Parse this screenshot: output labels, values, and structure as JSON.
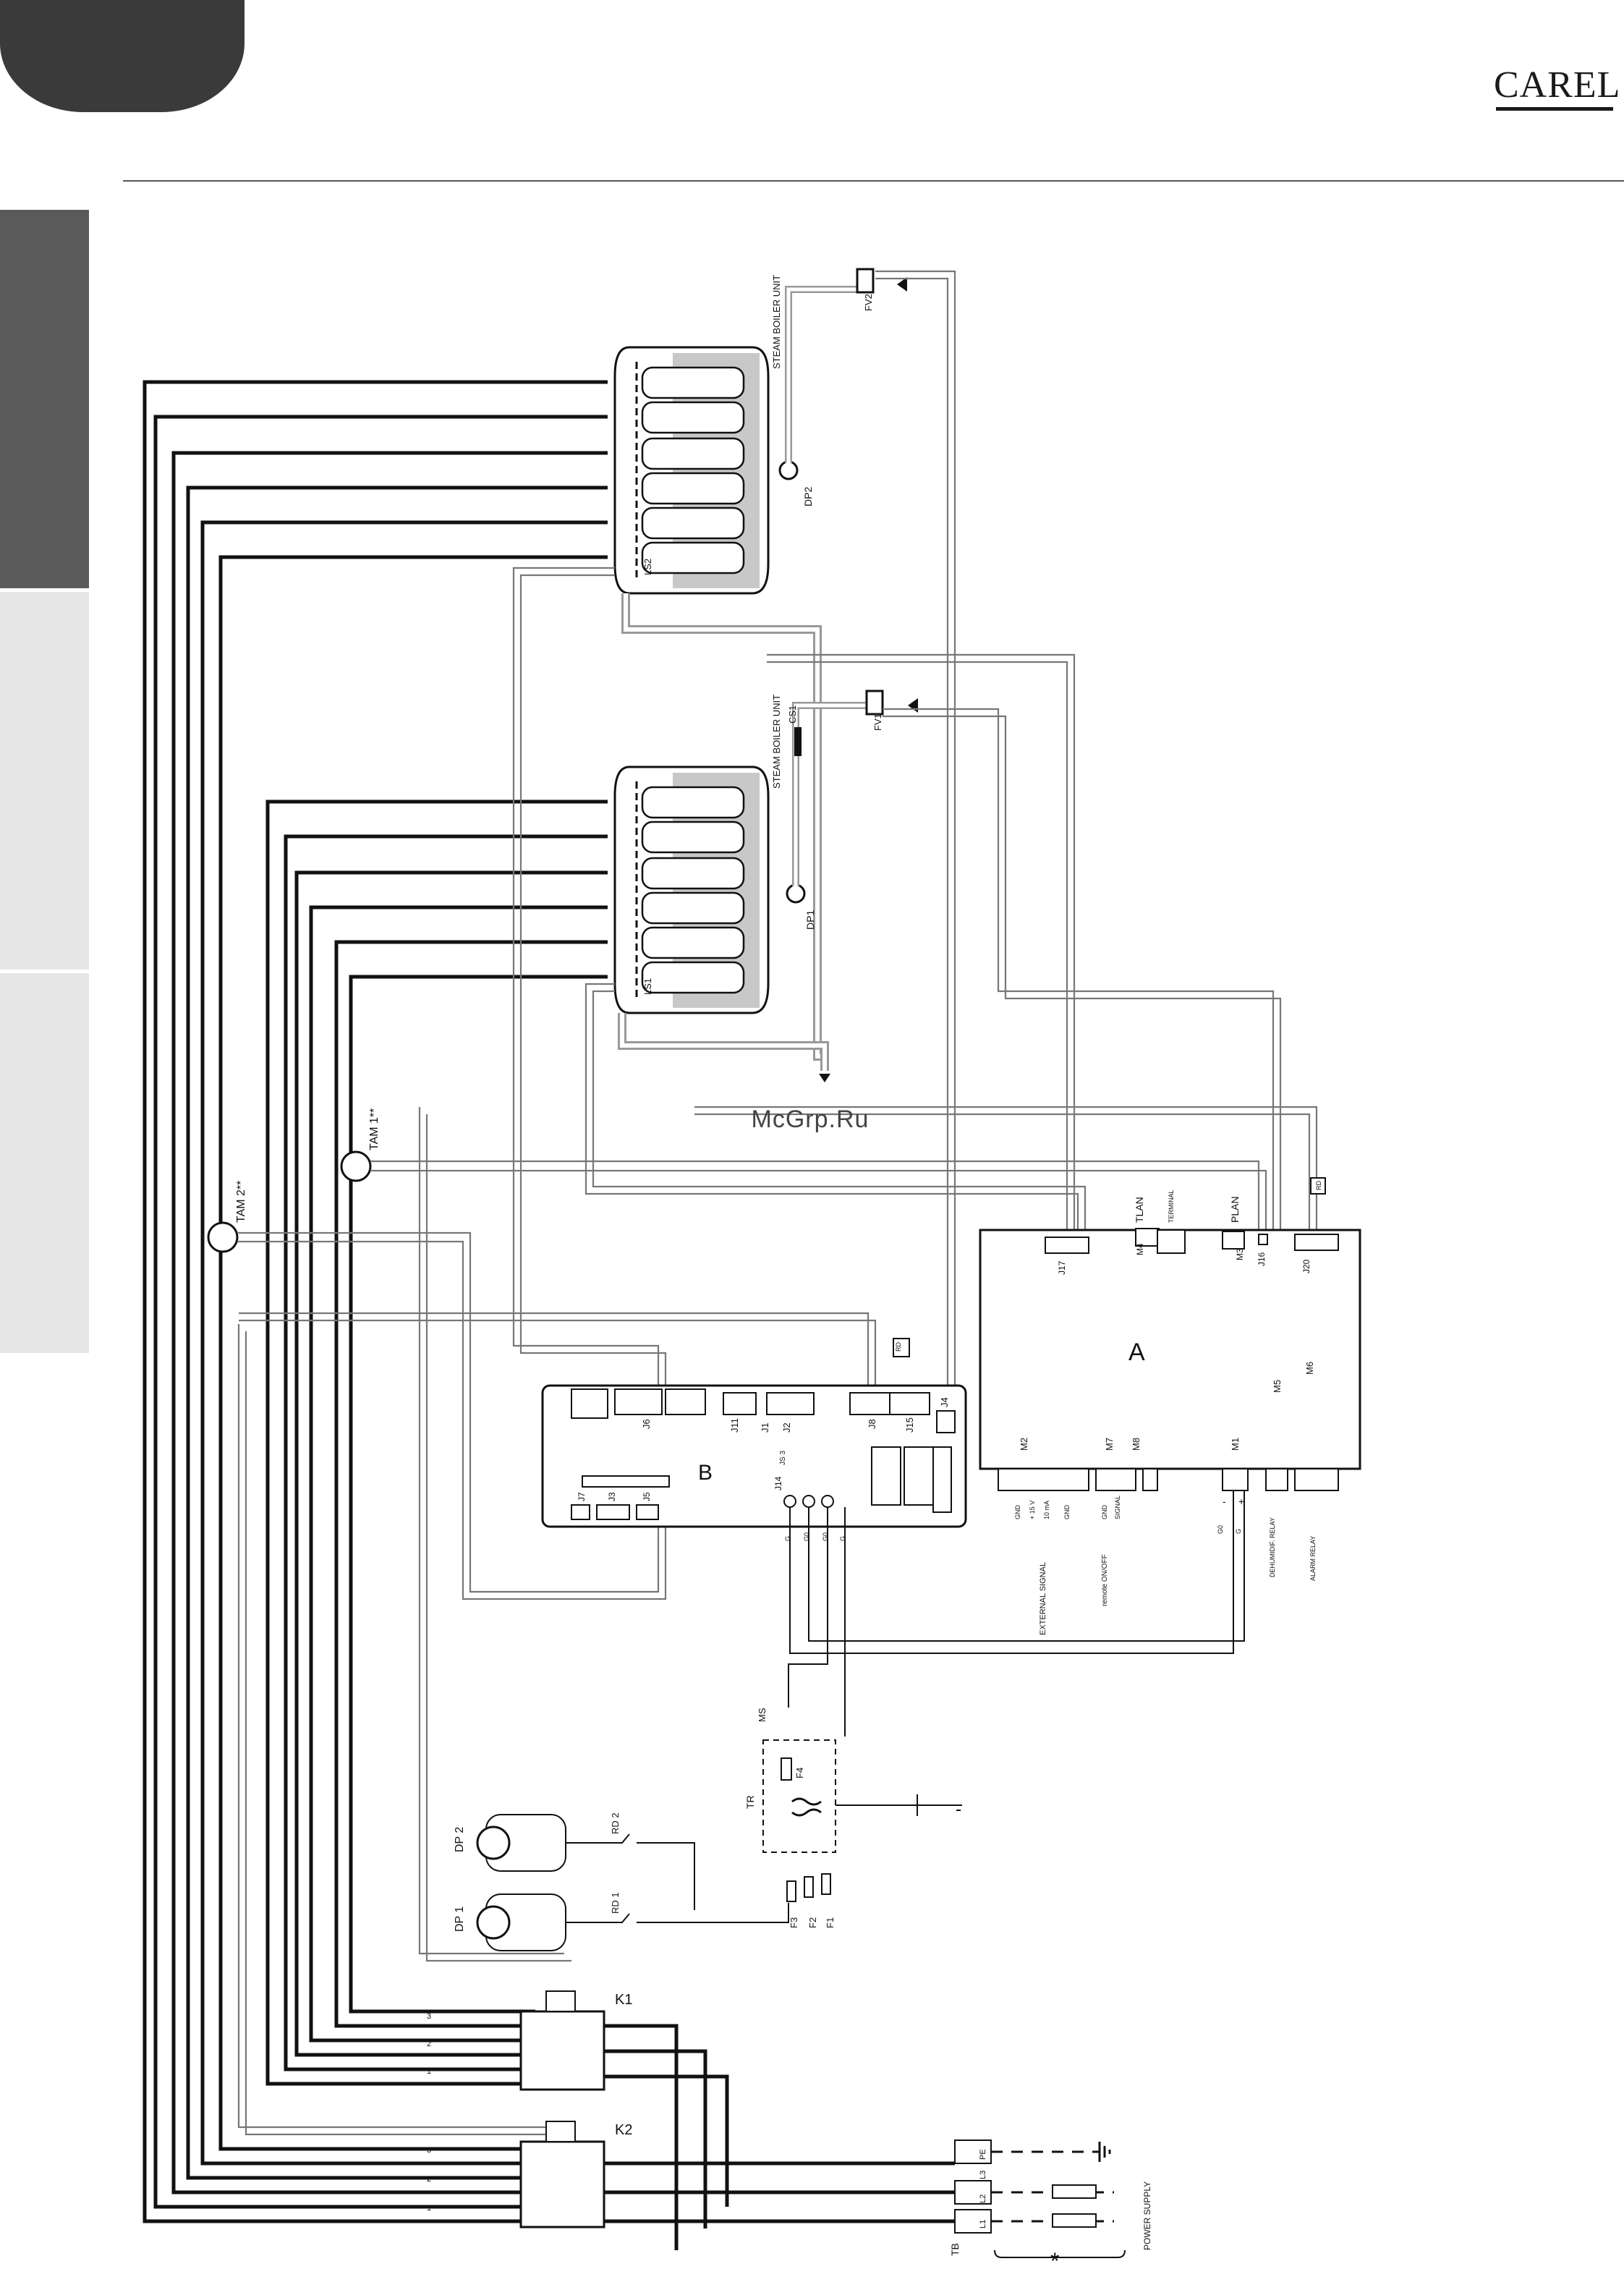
{
  "brand": {
    "logo_text": "CAREL"
  },
  "watermark": "McGrp.Ru",
  "steam_units": [
    {
      "label": "STEAM BOILER UNIT",
      "pump": "DP2",
      "level_sensor": "LS2",
      "fill_valve": "FV2"
    },
    {
      "label": "STEAM BOILER UNIT",
      "pump": "DP1",
      "level_sensor": "LS1",
      "fill_valve": "FV1",
      "conductivity": "CS1"
    }
  ],
  "sensors": {
    "tam1": "TAM 1**",
    "tam2": "TAM 2**"
  },
  "board_a": {
    "label": "A",
    "top_labels": {
      "j17": "J17",
      "m4": "M4",
      "tlan": "TLAN",
      "terminal": "TERMINAL",
      "m3": "M3",
      "plan": "PLAN",
      "j16": "J16",
      "j20": "J20",
      "rd": "RD"
    },
    "bottom_labels": {
      "m2": "M2",
      "m7": "M7",
      "m8": "M8",
      "m1": "M1",
      "m5": "M5",
      "m6": "M6"
    },
    "m2_pins": [
      "GND",
      "+ 15 V",
      "10 mA",
      "GND"
    ],
    "m7_pins": [
      "GND",
      "SIGNAL"
    ],
    "m1_pins": [
      "G0",
      "G"
    ],
    "signs": [
      "-",
      "+"
    ],
    "captions": {
      "external_signal": "EXTERNAL SIGNAL",
      "remote": "remote ON/OFF",
      "dehum": "DEHUMIDIF. RELAY",
      "alarm": "ALARM RELAY"
    }
  },
  "board_b": {
    "label": "B",
    "connectors": [
      "J6",
      "J11",
      "J1",
      "J2",
      "J8",
      "J15",
      "J4",
      "J7",
      "J3",
      "J5",
      "J14",
      "JS 3"
    ],
    "rd": "RD",
    "j14_pins": [
      "G",
      "G0",
      "G0",
      "G"
    ]
  },
  "power": {
    "transformer": "TR",
    "ms": "MS",
    "fuses": [
      "F4",
      "F3",
      "F2",
      "F1"
    ],
    "pumps": [
      "DP 2",
      "DP 1"
    ],
    "relays": [
      "RD 2",
      "RD 1"
    ],
    "contactors": [
      "K1",
      "K2"
    ],
    "contactor_pins": [
      "3",
      "2",
      "1"
    ],
    "terminal_block": "TB",
    "terminals": [
      "PE",
      "L3",
      "L2",
      "L1"
    ],
    "supply": "POWER SUPPLY",
    "note_mark": "*"
  }
}
